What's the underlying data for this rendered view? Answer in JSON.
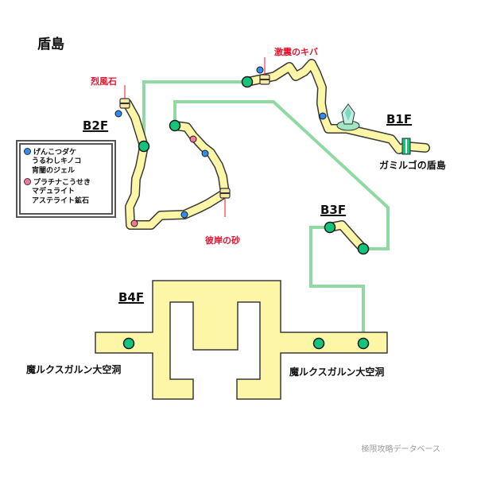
{
  "title": "盾島",
  "floors": {
    "b1f": "B1F",
    "b2f": "B2F",
    "b3f": "B3F",
    "b4f": "B4F"
  },
  "treasure_labels": {
    "gekishin": "激震のキバ",
    "reppuu": "烈風石",
    "higan": "彼岸の砂"
  },
  "places": {
    "garimulgo": "ガミルゴの盾島",
    "cave_left": "魔ルクスガルン大空洞",
    "cave_right": "魔ルクスガルン大空洞"
  },
  "legend": {
    "blue_items": [
      "げんこつダケ",
      "うるわしキノコ",
      "宵闇のジェル"
    ],
    "pink_items": [
      "プラチナこうせき",
      "マデュライト",
      "アステライト鉱石"
    ]
  },
  "footer": "極限攻略データベース",
  "colors": {
    "path_fill": "#fcf6a6",
    "path_border": "#3a3a3a",
    "connector": "#8fd9a3",
    "warp": "#14c47a",
    "blue_dot": "#2f8cf0",
    "pink_dot": "#f2789a",
    "label_red": "#e8122d"
  }
}
